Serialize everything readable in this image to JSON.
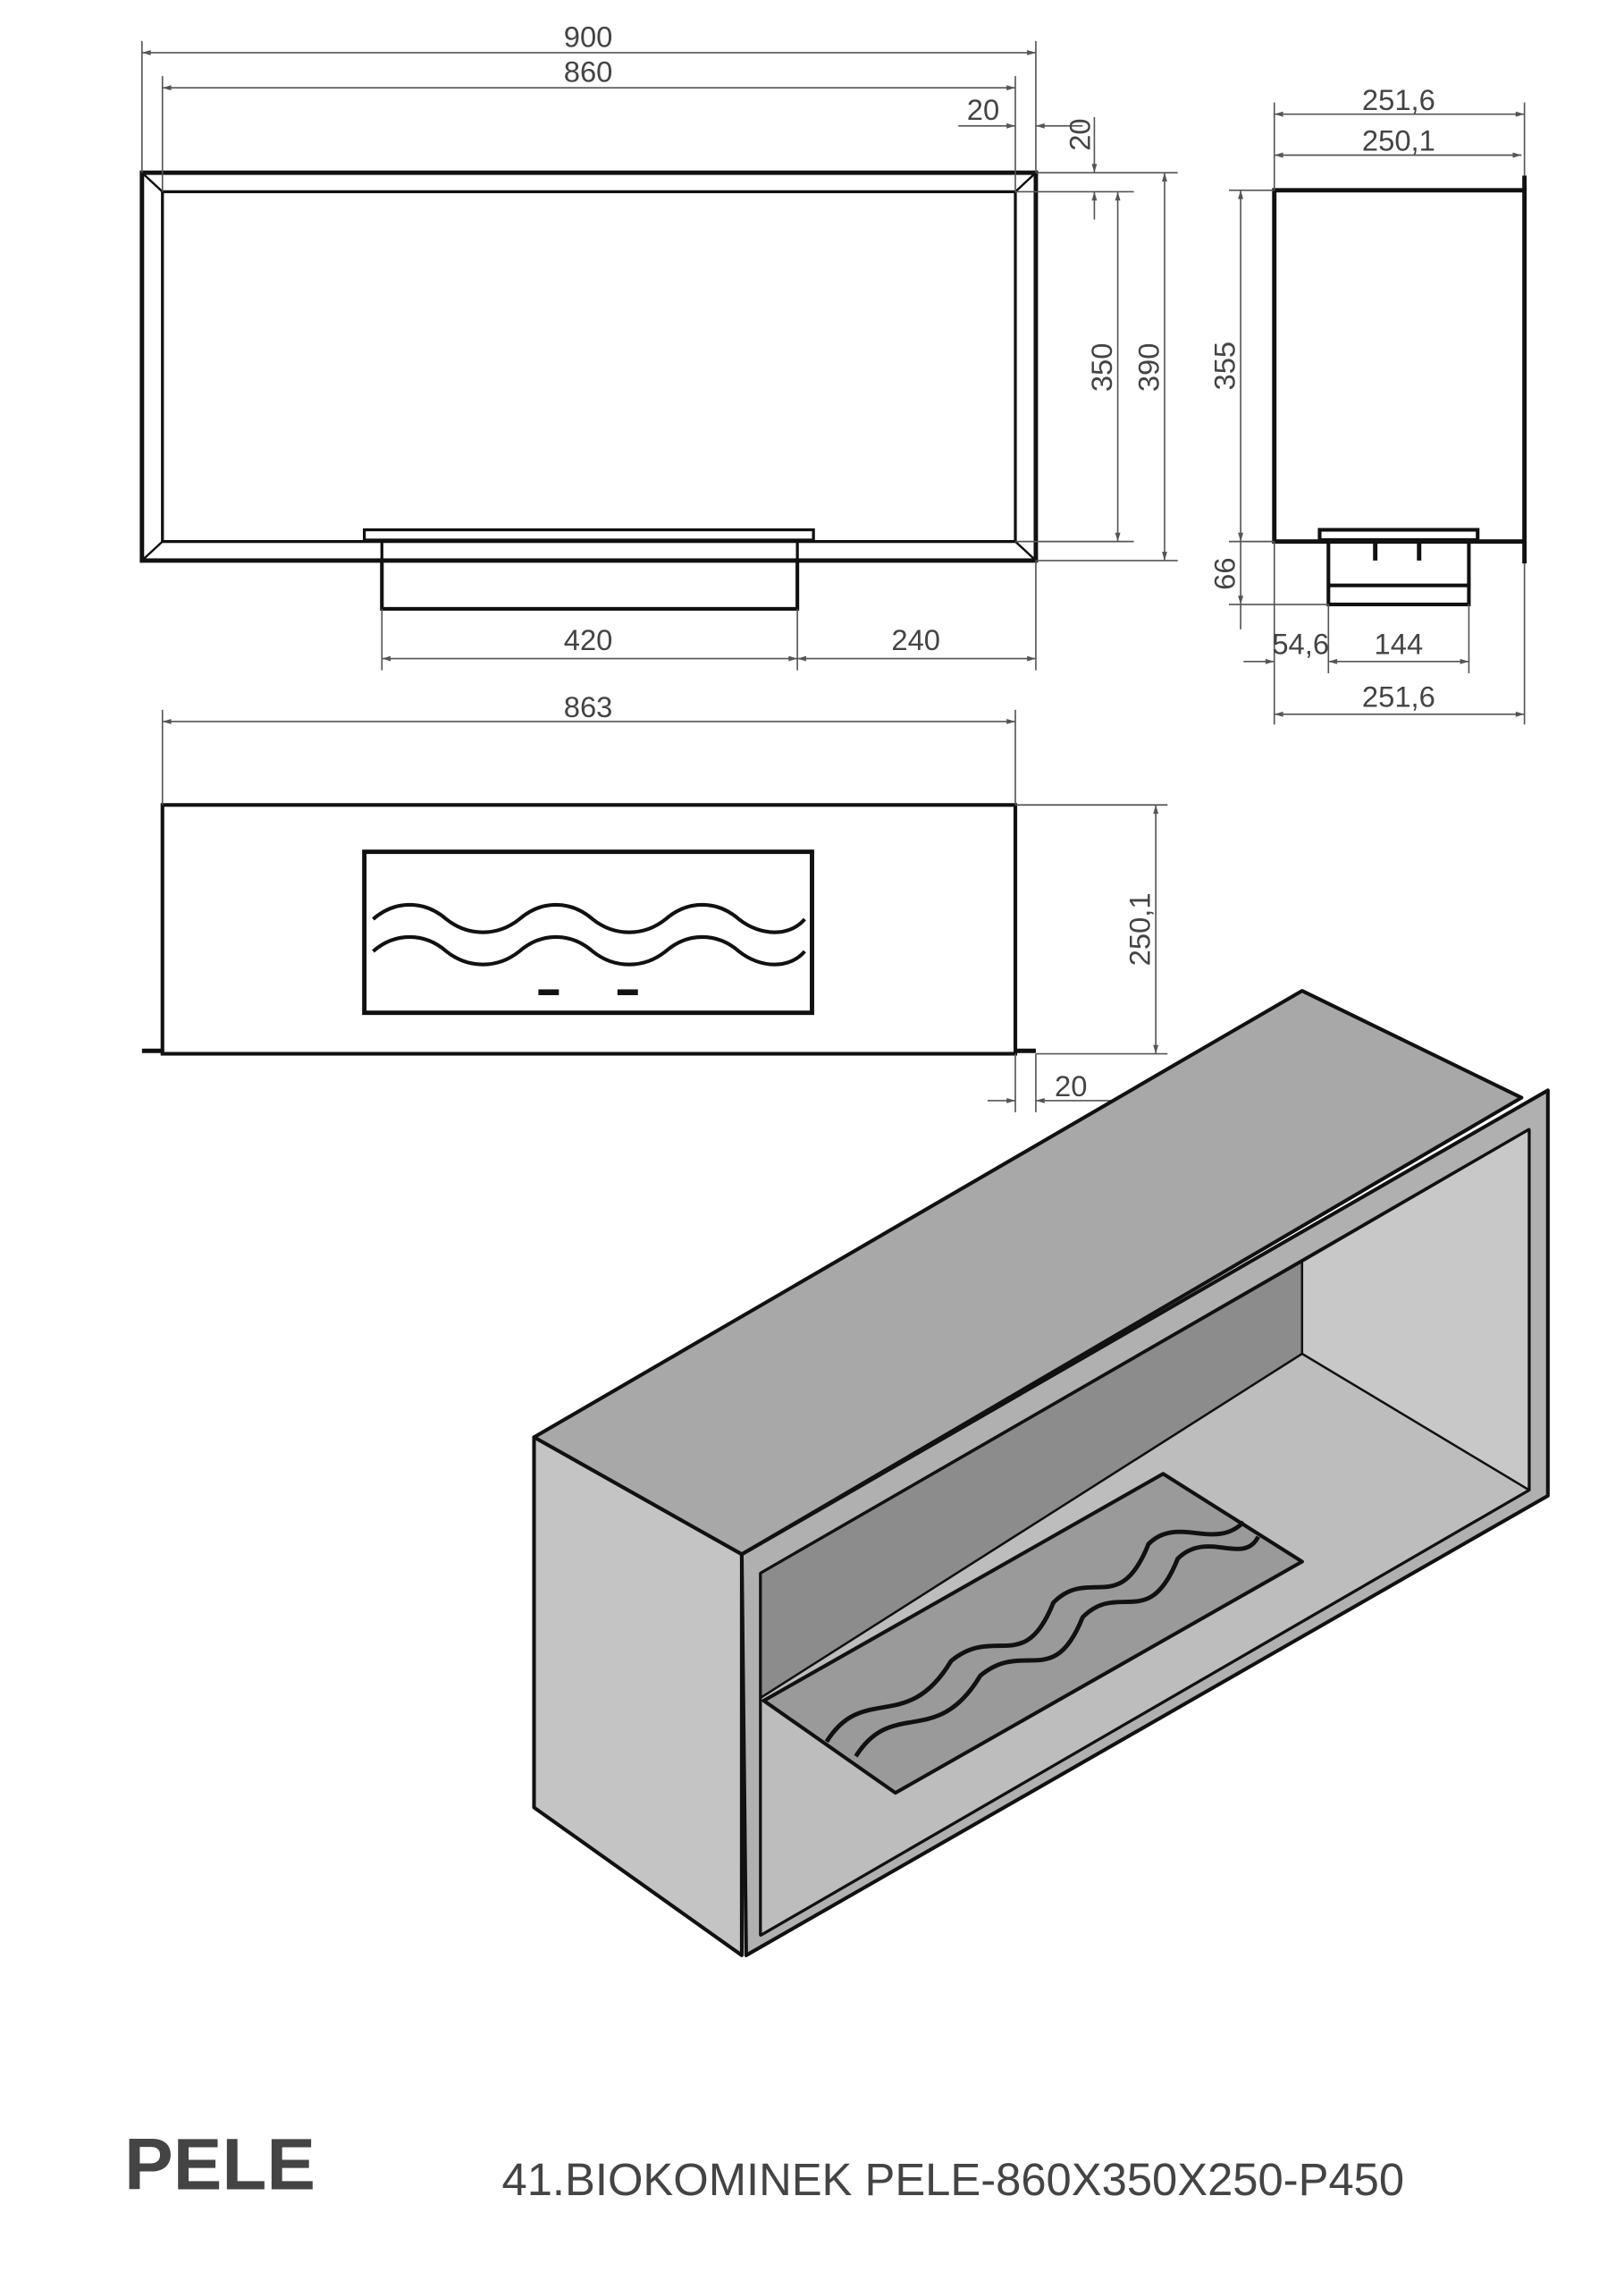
{
  "front_view": {
    "overall_width": "900",
    "inner_width": "860",
    "frame_side": "20",
    "frame_top": "20",
    "inner_height": "350",
    "overall_height": "390",
    "burner_width": "420",
    "burner_offset": "240"
  },
  "side_view": {
    "overall_depth_top": "251,6",
    "inner_depth": "250,1",
    "height": "355",
    "burner_height": "66",
    "burner_offset": "54,6",
    "burner_depth": "144",
    "overall_depth_bottom": "251,6"
  },
  "top_view": {
    "width": "863",
    "depth": "250,1",
    "flange": "20"
  },
  "footer": {
    "brand": "PELE",
    "title": "41.BIOKOMINEK PELE-860X350X250-P450"
  },
  "colors": {
    "top_face": "#a8a8a8",
    "side_face": "#c4c4c4",
    "back_wall": "#8c8c8c",
    "floor": "#bdbdbd",
    "burner": "#9a9a9a"
  }
}
